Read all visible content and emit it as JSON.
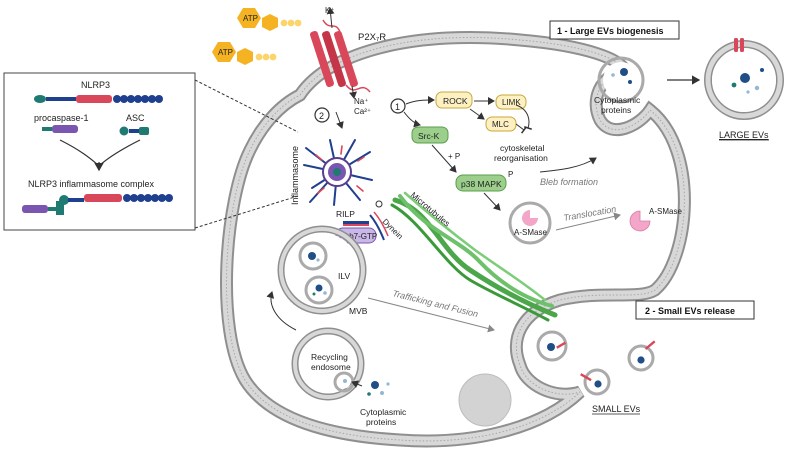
{
  "colors": {
    "membrane": "#c8c8c8",
    "membrane_dark": "#8a8a8a",
    "atp": "#f5b324",
    "atp_dark": "#d79614",
    "receptor": "#d9485a",
    "nlrp3_blue": "#1f3f8f",
    "nlrp3_red": "#d9485a",
    "teal": "#1f7a72",
    "purple": "#7a56b0",
    "rock_fill": "#fdf0c2",
    "rock_stroke": "#c9a93a",
    "green_fill": "#9ccf8c",
    "green_stroke": "#5c9c4c",
    "asmase": "#f3a6c8",
    "microtubule": "#4ca64a",
    "cargo_dark": "#1f4f86",
    "cargo_light": "#93b8d4"
  },
  "labels": {
    "atp_1": "ATP",
    "atp_2": "ATP",
    "k_ion": "K⁺",
    "receptor": "P2X₇R",
    "na_ion": "Na⁺",
    "ca_ion": "Ca²⁺",
    "step_2": "2",
    "step_1": "1",
    "inflammasome": "Inflammasome",
    "rock": "ROCK",
    "limk": "LIMK",
    "mlc": "MLC",
    "src_k": "Src-K",
    "phospho_plus": "+ P",
    "p38": "p38 MAPK",
    "phospho_p": "P",
    "cytoskeletal": "cytoskeletal",
    "reorganisation": "reorganisation",
    "bleb": "Bleb formation",
    "cyto_proteins_top_1": "Cytoplasmic",
    "cyto_proteins_top_2": "proteins",
    "asmase_inner": "A-SMase",
    "translocation": "Translocation",
    "asmase_outer": "A-SMase",
    "microtubules": "Microtubules",
    "dynein": "Dynein",
    "rilp": "RILP",
    "rab7": "Rab7-GTP",
    "ilv": "ILV",
    "mvb": "MVB",
    "trafficking": "Trafficking  and  Fusion",
    "recycling_1": "Recycling",
    "recycling_2": "endosome",
    "cyto_proteins_bottom_1": "Cytoplasmic",
    "cyto_proteins_bottom_2": "proteins",
    "large_evs_title": "1 - Large EVs biogenesis",
    "small_evs_title": "2 - Small EVs release",
    "large_evs": "LARGE EVs",
    "small_evs": "SMALL EVs"
  },
  "inset": {
    "nlrp3": "NLRP3",
    "procaspase": "procaspase-1",
    "asc": "ASC",
    "complex": "NLRP3 inflammasome complex"
  }
}
